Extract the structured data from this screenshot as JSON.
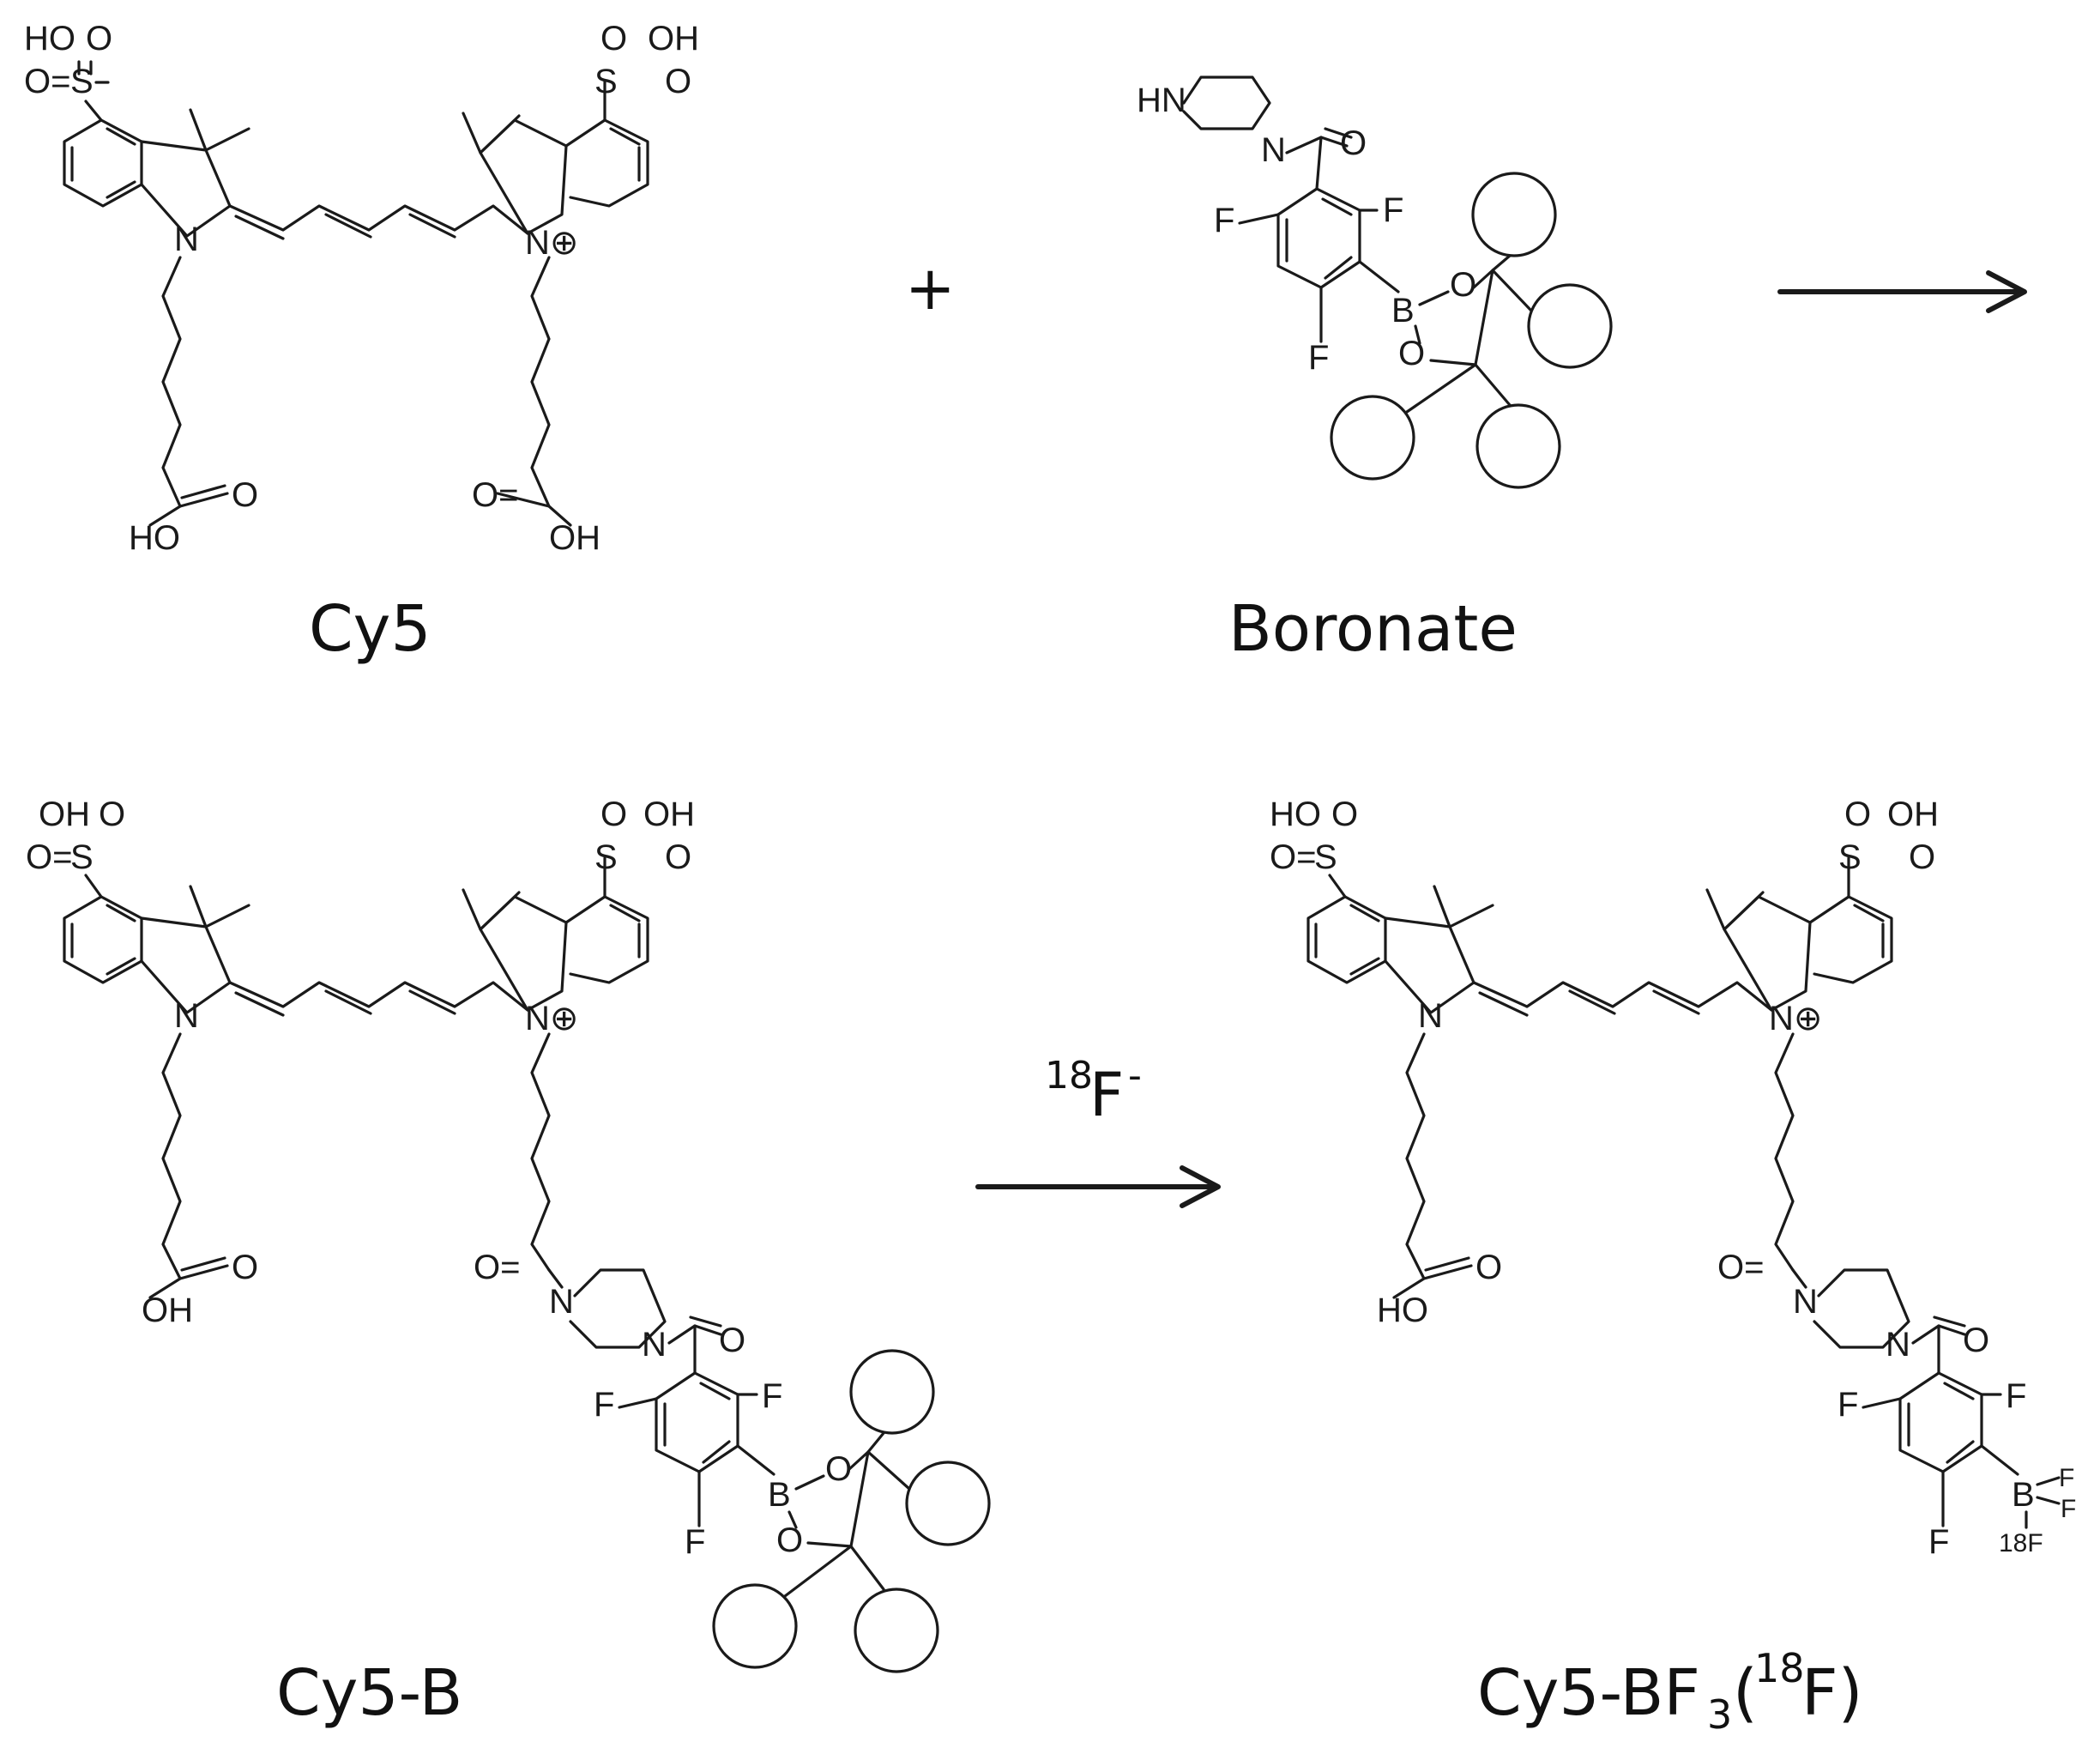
{
  "compounds": {
    "cy5": {
      "label": "Cy5"
    },
    "boronate": {
      "label": "Boronate"
    },
    "cy5b": {
      "label": "Cy5-B"
    },
    "cy5bf3": {
      "label_main": "Cy5-BF",
      "label_sub": "3",
      "label_open": "(",
      "label_sup": "18",
      "label_close": "F)"
    }
  },
  "scheme": {
    "plus": "+",
    "reagent_sup": "18",
    "reagent_main": "F",
    "reagent_charge": "-"
  },
  "atoms": {
    "HO": "HO",
    "OH": "OH",
    "O": "O",
    "S": "S",
    "N": "N",
    "Nplus": "N⊕",
    "HN": "HN",
    "F": "F",
    "B": "B",
    "F18": "18F",
    "O_eq": "O="
  }
}
